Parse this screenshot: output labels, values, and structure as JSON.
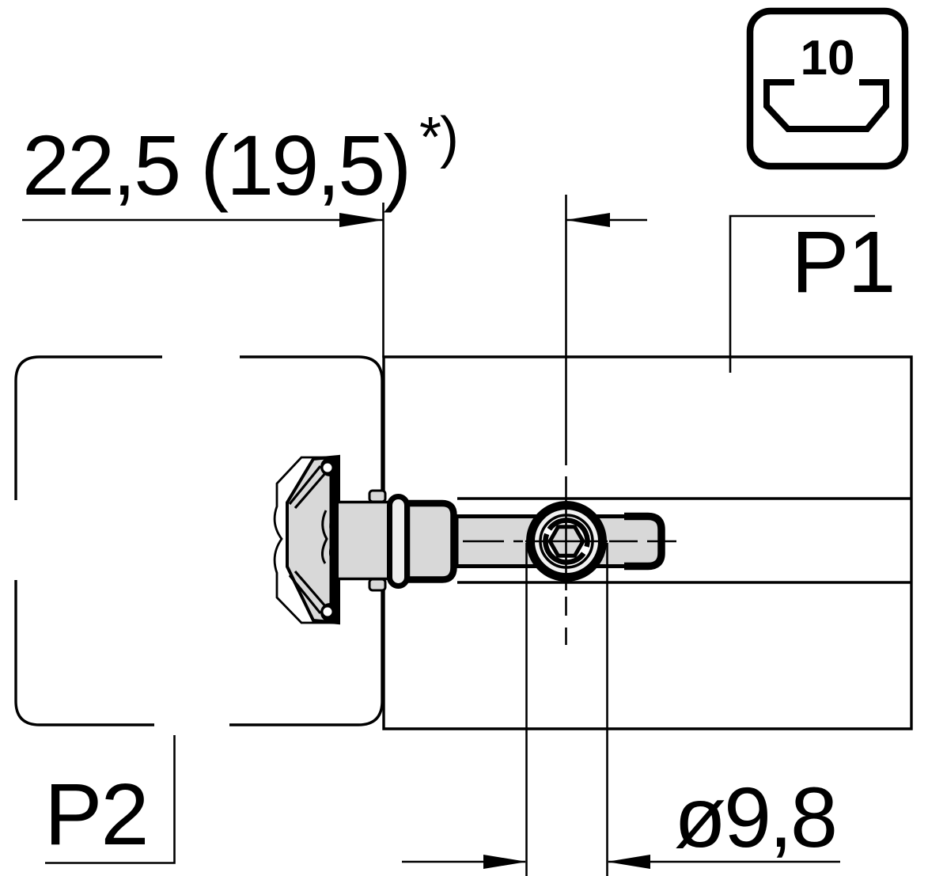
{
  "drawing": {
    "dimension_top": {
      "value": "22,5 (19,5)",
      "footnote": "*)"
    },
    "dimension_diameter": {
      "value": "ø9,8"
    },
    "labels": {
      "p1": "P1",
      "p2": "P2"
    },
    "slot_badge": {
      "size": "10"
    },
    "colors": {
      "line": "#000000",
      "metal_fill": "#d8d8d8",
      "background": "#ffffff"
    }
  }
}
